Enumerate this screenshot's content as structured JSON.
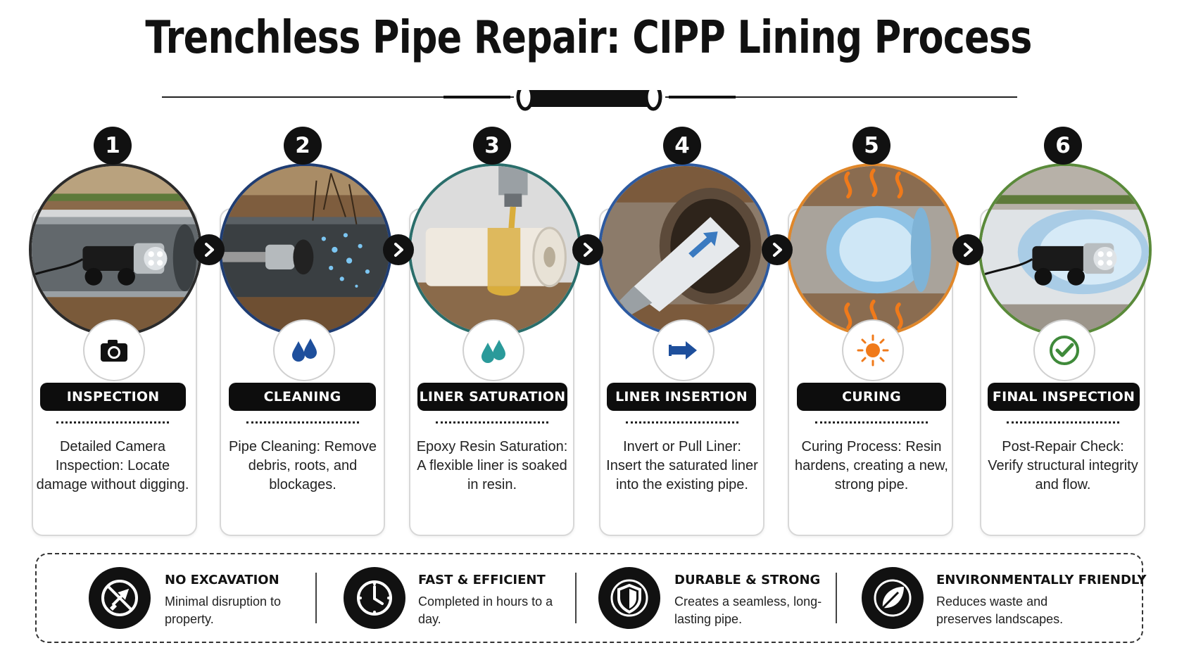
{
  "title": "Trenchless Pipe Repair: CIPP Lining Process",
  "steps": [
    {
      "number": "1",
      "label": "INSPECTION",
      "description": "Detailed Camera Inspection: Locate damage without digging.",
      "icon": "camera-icon",
      "ring_color": "#2b2b2b"
    },
    {
      "number": "2",
      "label": "CLEANING",
      "description": "Pipe Cleaning: Remove debris, roots, and blockages.",
      "icon": "water-drops-icon",
      "ring_color": "#1f3d73"
    },
    {
      "number": "3",
      "label": "LINER SATURATION",
      "description": "Epoxy Resin Saturation: A flexible liner is soaked in resin.",
      "icon": "resin-drops-icon",
      "ring_color": "#2a6e6b"
    },
    {
      "number": "4",
      "label": "LINER INSERTION",
      "description": "Invert or Pull Liner: Insert the saturated liner into the existing pipe.",
      "icon": "insert-arrow-icon",
      "ring_color": "#2d5aa0"
    },
    {
      "number": "5",
      "label": "CURING",
      "description": "Curing Process: Resin hardens, creating a new, strong pipe.",
      "icon": "sun-heat-icon",
      "ring_color": "#e0872a"
    },
    {
      "number": "6",
      "label": "FINAL INSPECTION",
      "description": "Post-Repair Check: Verify structural integrity and flow.",
      "icon": "check-circle-icon",
      "ring_color": "#5a8a3a"
    }
  ],
  "benefits": [
    {
      "title": "NO EXCAVATION",
      "text": "Minimal disruption to property.",
      "icon": "no-digging-icon"
    },
    {
      "title": "FAST & EFFICIENT",
      "text": "Completed in hours to a day.",
      "icon": "clock-icon"
    },
    {
      "title": "DURABLE & STRONG",
      "text": "Creates a seamless, long-lasting pipe.",
      "icon": "shield-icon"
    },
    {
      "title": "ENVIRONMENTALLY FRIENDLY",
      "text": "Reduces waste and preserves landscapes.",
      "icon": "leaf-icon"
    }
  ],
  "colors": {
    "accent": "#111111",
    "card_border": "#d8d8d8",
    "resin": "#d9ad3c",
    "curing_blue": "#8fc3e6",
    "heat": "#f07a1a",
    "check": "#3f8a3a"
  }
}
